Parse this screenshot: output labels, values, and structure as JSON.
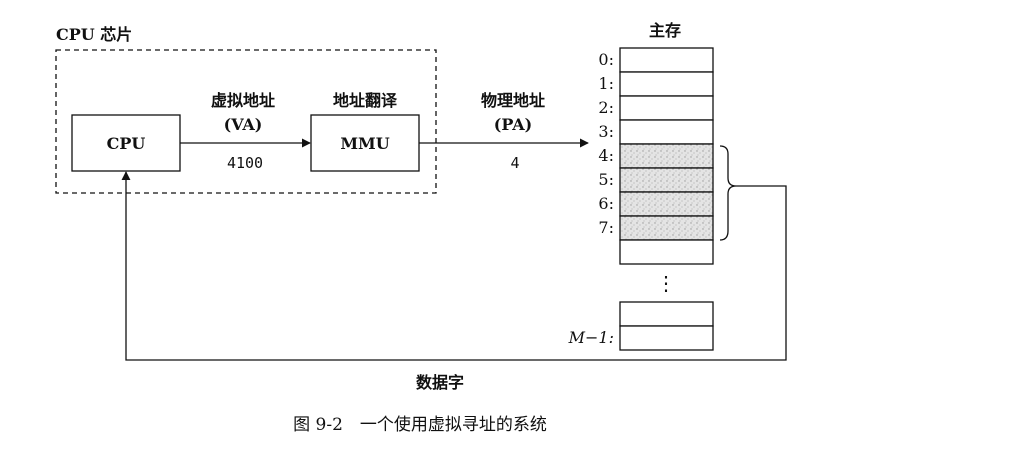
{
  "chip": {
    "label": "CPU 芯片"
  },
  "cpu": {
    "label": "CPU"
  },
  "mmu": {
    "label": "MMU"
  },
  "va": {
    "line1": "虚拟地址",
    "line2": "(VA)",
    "value": "4100"
  },
  "translate": {
    "label": "地址翻译"
  },
  "pa": {
    "line1": "物理地址",
    "line2": "(PA)",
    "value": "4"
  },
  "memory": {
    "title": "主存",
    "rows": [
      "0:",
      "1:",
      "2:",
      "3:",
      "4:",
      "5:",
      "6:",
      "7:",
      ""
    ],
    "last_rows": [
      "",
      "M−1:"
    ],
    "shaded_rows": [
      4,
      5,
      6,
      7
    ],
    "ellipsis": "⋮"
  },
  "data_word": {
    "label": "数据字"
  },
  "caption": {
    "label": "图 9-2　一个使用虚拟寻址的系统"
  },
  "colors": {
    "ink": "#111111",
    "shade": "#d9d9d9"
  }
}
